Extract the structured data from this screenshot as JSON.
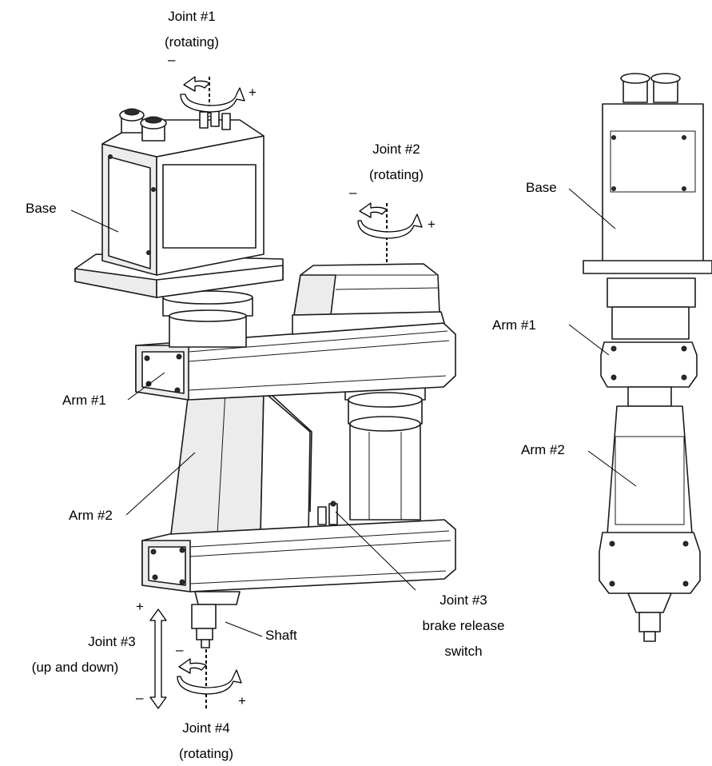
{
  "labels": {
    "joint1_name": "Joint #1",
    "joint1_desc": "(rotating)",
    "joint2_name": "Joint #2",
    "joint2_desc": "(rotating)",
    "joint3_name": "Joint #3",
    "joint3_desc": "(up and down)",
    "joint4_name": "Joint #4",
    "joint4_desc": "(rotating)",
    "base_left": "Base",
    "arm1_left": "Arm #1",
    "arm2_left": "Arm #2",
    "shaft": "Shaft",
    "brake_line1": "Joint #3",
    "brake_line2": "brake release",
    "brake_line3": "switch",
    "base_right": "Base",
    "arm1_right": "Arm #1",
    "arm2_right": "Arm #2"
  },
  "signs": {
    "minus": "–",
    "plus": "+"
  }
}
